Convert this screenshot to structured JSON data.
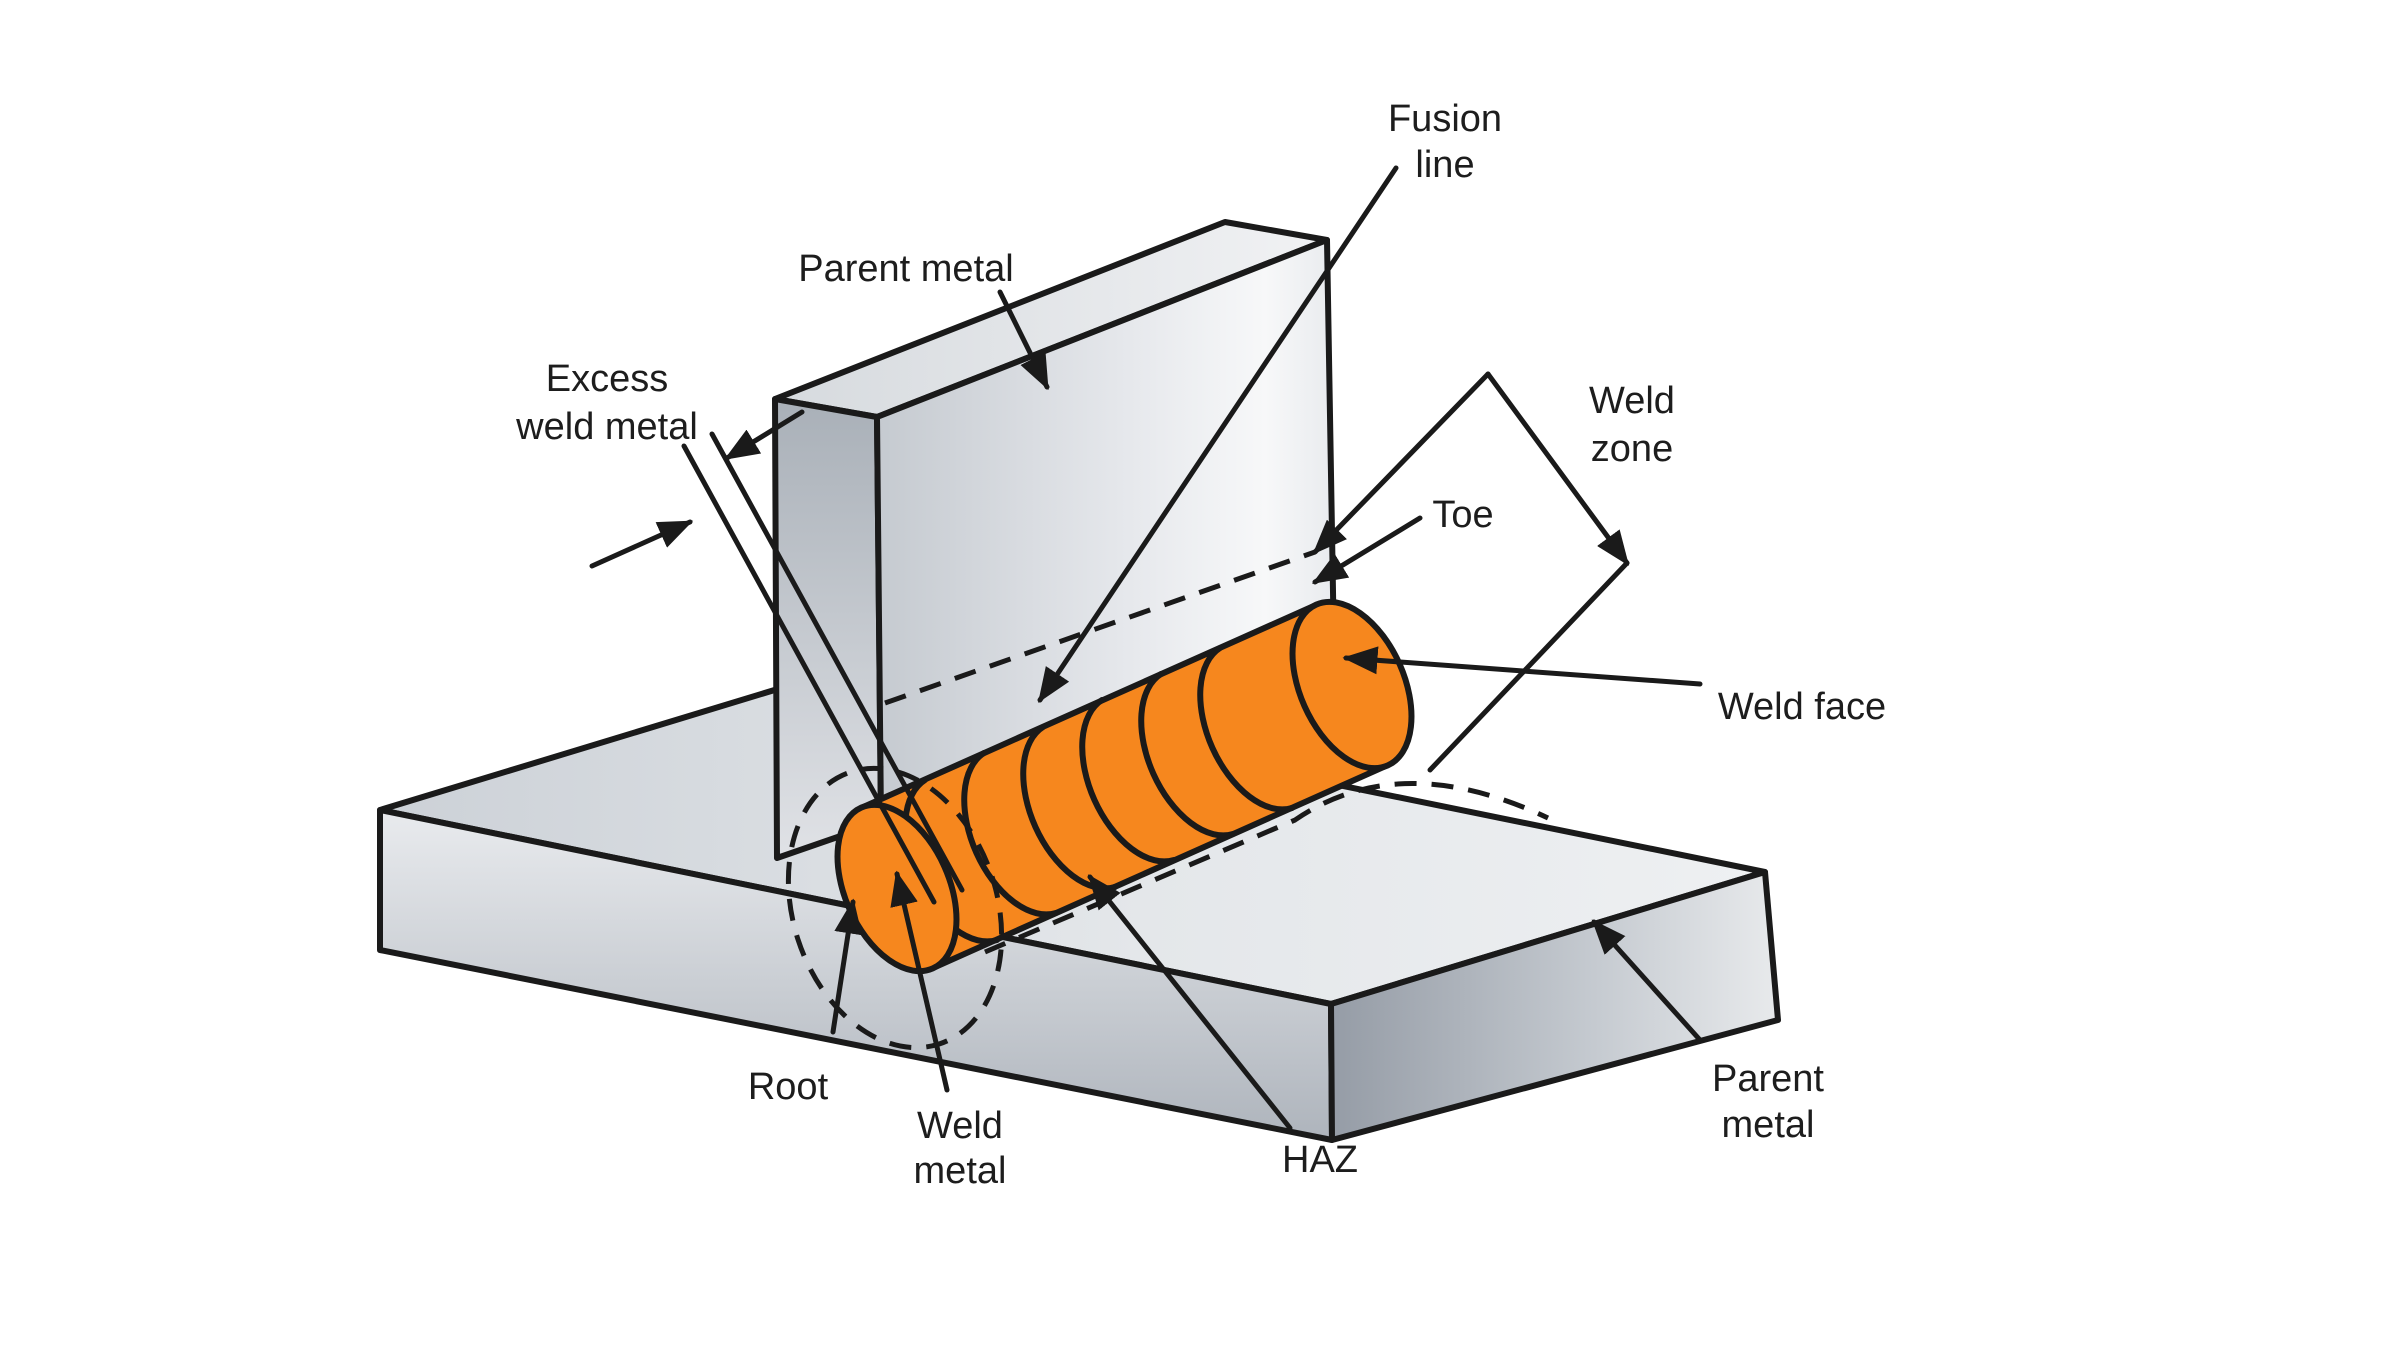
{
  "labels": {
    "fusion_line": [
      "Fusion",
      "line"
    ],
    "parent_metal_top": "Parent metal",
    "excess_weld_metal": [
      "Excess",
      "weld metal"
    ],
    "weld_zone": [
      "Weld",
      "zone"
    ],
    "toe": "Toe",
    "weld_face": "Weld face",
    "root": "Root",
    "weld_metal": [
      "Weld",
      "metal"
    ],
    "haz": "HAZ",
    "parent_metal_bottom": [
      "Parent",
      "metal"
    ]
  },
  "colors": {
    "weld_bead": "#F6871E",
    "outline": "#1A1A1A",
    "background": "#FFFFFF",
    "text": "#1D1D1D",
    "metal_light": "#F2F3F5",
    "metal_mid": "#CBD0D6",
    "metal_dark": "#9FA6AF"
  }
}
